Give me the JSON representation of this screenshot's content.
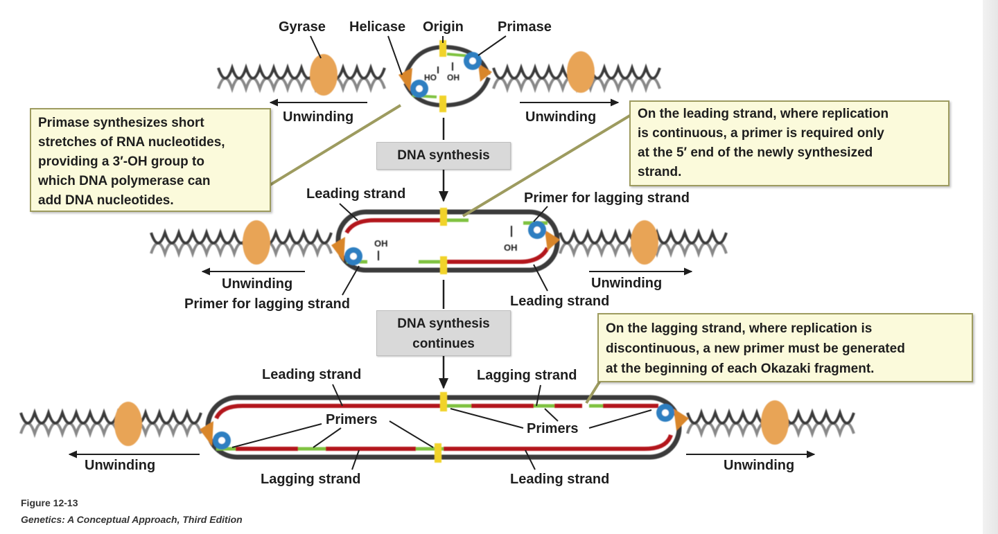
{
  "labels": {
    "gyrase": "Gyrase",
    "helicase": "Helicase",
    "origin": "Origin",
    "primase": "Primase",
    "ho": "HO",
    "oh": "OH",
    "unwinding": "Unwinding",
    "leading_strand": "Leading strand",
    "lagging_strand": "Lagging strand",
    "primer_for_lagging_strand": "Primer for lagging strand",
    "primers": "Primers"
  },
  "steps": {
    "step1": "DNA synthesis",
    "step2_line1": "DNA synthesis",
    "step2_line2": "continues"
  },
  "callouts": {
    "primase": [
      "Primase synthesizes short",
      "stretches of RNA nucleotides,",
      "providing a 3′-OH group to",
      "which DNA polymerase can",
      "add DNA nucleotides."
    ],
    "leading": [
      "On the leading strand, where replication",
      "is continuous, a primer is required only",
      "at the 5′ end of the newly synthesized",
      "strand."
    ],
    "lagging": [
      "On the lagging strand, where replication is",
      "discontinuous, a new primer must be generated",
      "at the beginning of each Okazaki fragment."
    ]
  },
  "caption": {
    "figure": "Figure 12-13",
    "source": "Genetics: A Conceptual Approach, Third Edition"
  },
  "colors": {
    "parental_strand": "#4a4a4a",
    "new_strand": "#b3141c",
    "primer": "#7fc241",
    "origin_marker": "#f1d32a",
    "gyrase": "#e8a457",
    "helicase": "#d9862b",
    "primase": "#2f7fc1",
    "callout_fill": "#fbfadb",
    "step_box": "#d9d9d9"
  }
}
